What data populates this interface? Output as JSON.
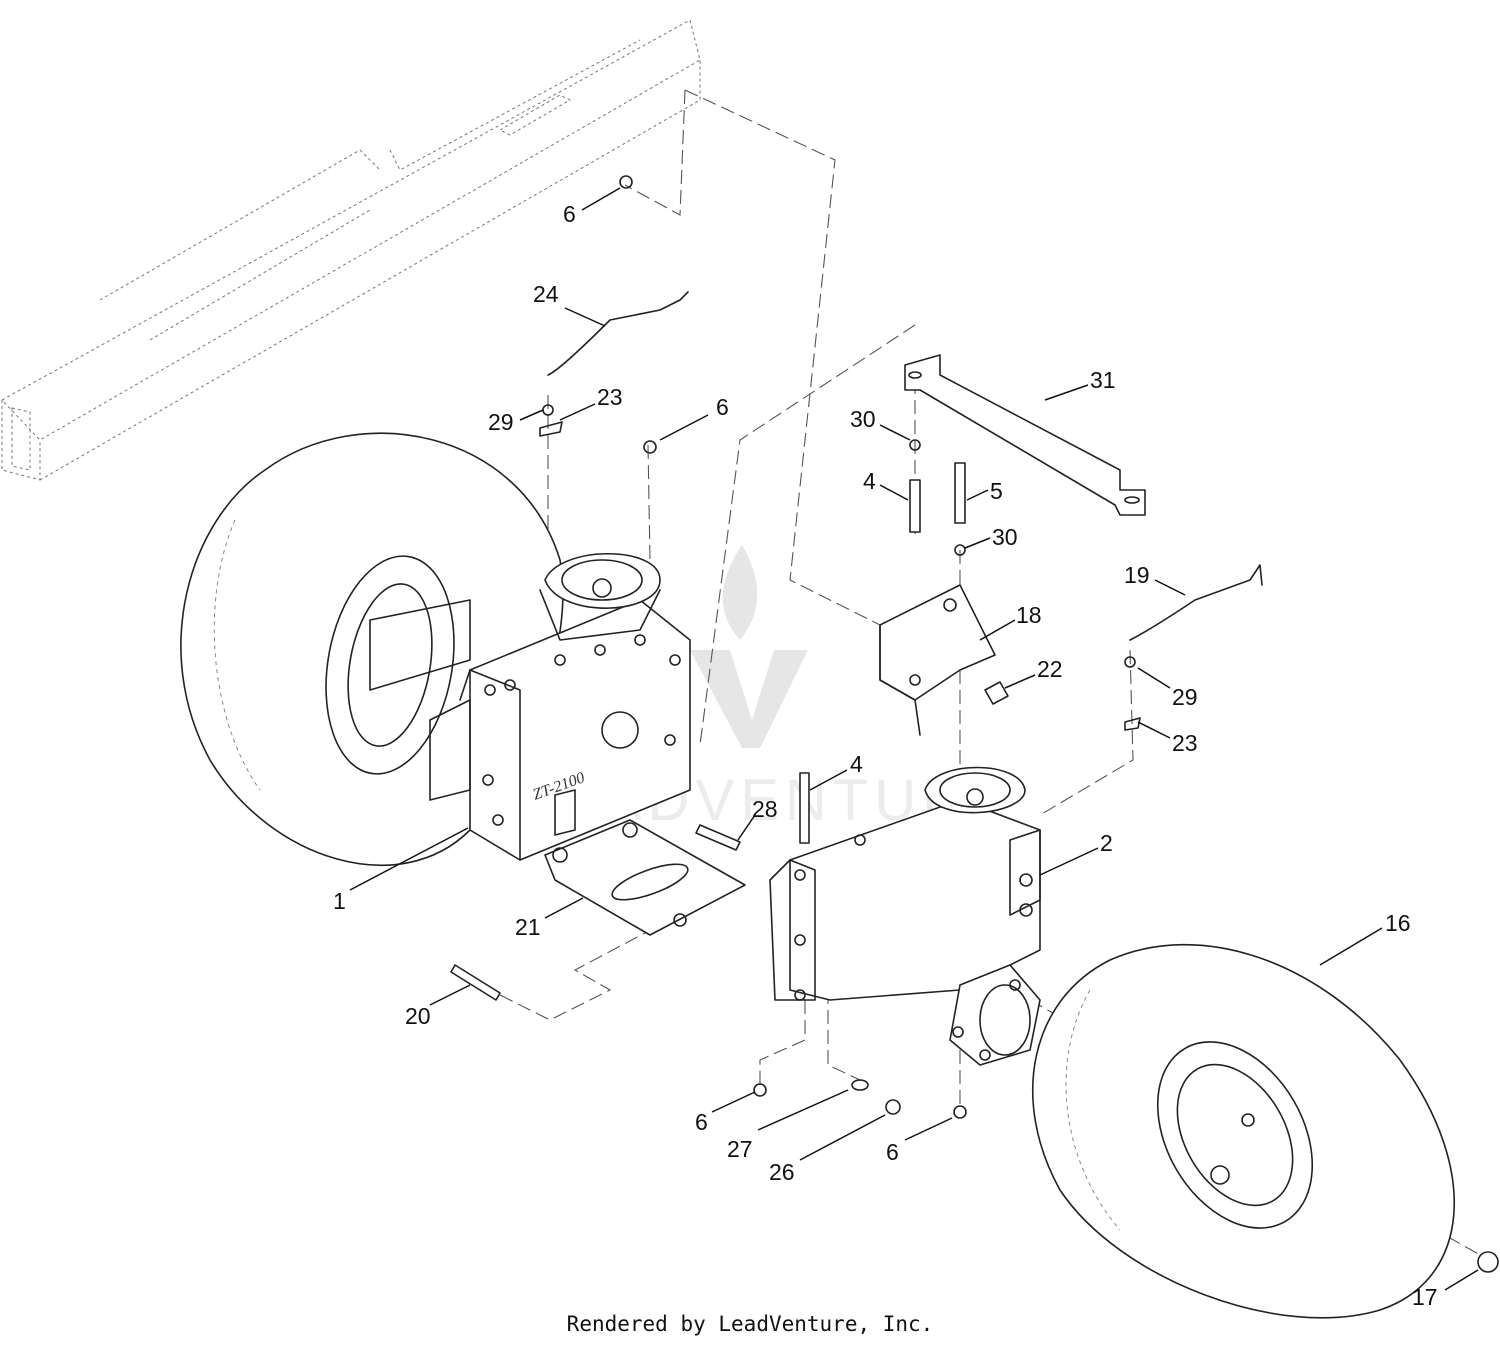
{
  "diagram": {
    "footer_text": "Rendered by LeadVenture, Inc.",
    "watermark_text": "LEADVENTURE",
    "transmission_label": "ZT-2100",
    "callouts": [
      {
        "id": "c-6a",
        "label": "6"
      },
      {
        "id": "c-24",
        "label": "24"
      },
      {
        "id": "c-23a",
        "label": "23"
      },
      {
        "id": "c-29a",
        "label": "29"
      },
      {
        "id": "c-6b",
        "label": "6"
      },
      {
        "id": "c-31",
        "label": "31"
      },
      {
        "id": "c-30a",
        "label": "30"
      },
      {
        "id": "c-4a",
        "label": "4"
      },
      {
        "id": "c-5",
        "label": "5"
      },
      {
        "id": "c-30b",
        "label": "30"
      },
      {
        "id": "c-19",
        "label": "19"
      },
      {
        "id": "c-18",
        "label": "18"
      },
      {
        "id": "c-22",
        "label": "22"
      },
      {
        "id": "c-29b",
        "label": "29"
      },
      {
        "id": "c-23b",
        "label": "23"
      },
      {
        "id": "c-4b",
        "label": "4"
      },
      {
        "id": "c-28",
        "label": "28"
      },
      {
        "id": "c-2",
        "label": "2"
      },
      {
        "id": "c-1",
        "label": "1"
      },
      {
        "id": "c-21",
        "label": "21"
      },
      {
        "id": "c-16",
        "label": "16"
      },
      {
        "id": "c-20",
        "label": "20"
      },
      {
        "id": "c-6c",
        "label": "6"
      },
      {
        "id": "c-27",
        "label": "27"
      },
      {
        "id": "c-26",
        "label": "26"
      },
      {
        "id": "c-6d",
        "label": "6"
      },
      {
        "id": "c-17",
        "label": "17"
      }
    ]
  }
}
